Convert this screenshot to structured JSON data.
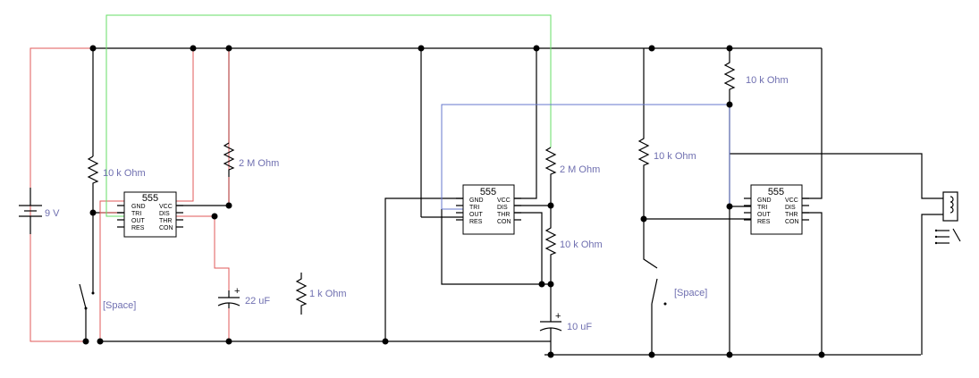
{
  "battery": {
    "label": "9 V"
  },
  "resistors": [
    {
      "id": "r1",
      "label": "10 k Ohm"
    },
    {
      "id": "r2",
      "label": "2 M Ohm"
    },
    {
      "id": "r3",
      "label": "1 k Ohm"
    },
    {
      "id": "r4",
      "label": "2 M Ohm"
    },
    {
      "id": "r5",
      "label": "10 k Ohm"
    },
    {
      "id": "r6",
      "label": "10 k Ohm"
    },
    {
      "id": "r7",
      "label": "10 k Ohm"
    }
  ],
  "capacitors": [
    {
      "id": "c1",
      "label": "22 uF",
      "polarity": "+"
    },
    {
      "id": "c2",
      "label": "10 uF",
      "polarity": "+"
    }
  ],
  "switches": [
    {
      "id": "s1",
      "label": "[Space]"
    },
    {
      "id": "s2",
      "label": "[Space]"
    }
  ],
  "timers": [
    {
      "id": "u1",
      "title": "555"
    },
    {
      "id": "u2",
      "title": "555"
    },
    {
      "id": "u3",
      "title": "555"
    }
  ],
  "pins": {
    "left": [
      "GND",
      "TRI",
      "OUT",
      "RES"
    ],
    "right": [
      "VCC",
      "DIS",
      "THR",
      "CON"
    ]
  },
  "wire_colors": {
    "default": "#000000",
    "red": "#e05a5a",
    "green": "#66dd66",
    "blue": "#6677cc"
  }
}
